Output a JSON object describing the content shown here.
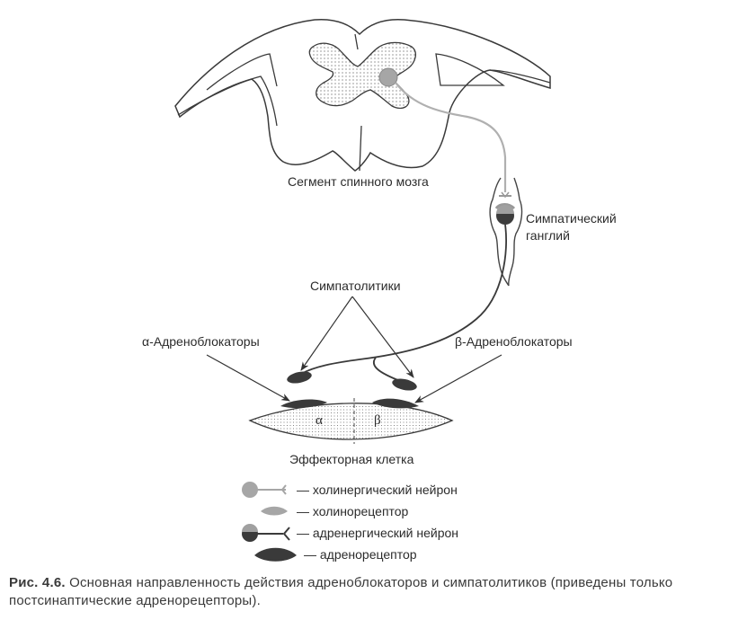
{
  "labels": {
    "spinal_segment": "Сегмент спинного мозга",
    "ganglion_line1": "Симпатический",
    "ganglion_line2": "ганглий",
    "sympatholytics": "Симпатолитики",
    "alpha_blockers": "α-Адреноблокаторы",
    "beta_blockers": "β-Адреноблокаторы",
    "effector_cell": "Эффекторная клетка",
    "alpha": "α",
    "beta": "β"
  },
  "legend": [
    {
      "icon": "cholinergic-neuron-icon",
      "label": "— холинергический нейрон"
    },
    {
      "icon": "cholinoreceptor-icon",
      "label": "— холинорецептор"
    },
    {
      "icon": "adrenergic-neuron-icon",
      "label": "— адренергический нейрон"
    },
    {
      "icon": "adrenoreceptor-icon",
      "label": "— адренорецептор"
    }
  ],
  "caption": {
    "number": "Рис. 4.6.",
    "text": "Основная направленность действия адреноблокаторов и симпатолитиков (приведены только постсинаптические адренорецепторы)."
  },
  "colors": {
    "line": "#3a3a3a",
    "cholinergic": "#a8a8a8",
    "adrenergic": "#3c3c3c",
    "stipple": "#555555"
  }
}
